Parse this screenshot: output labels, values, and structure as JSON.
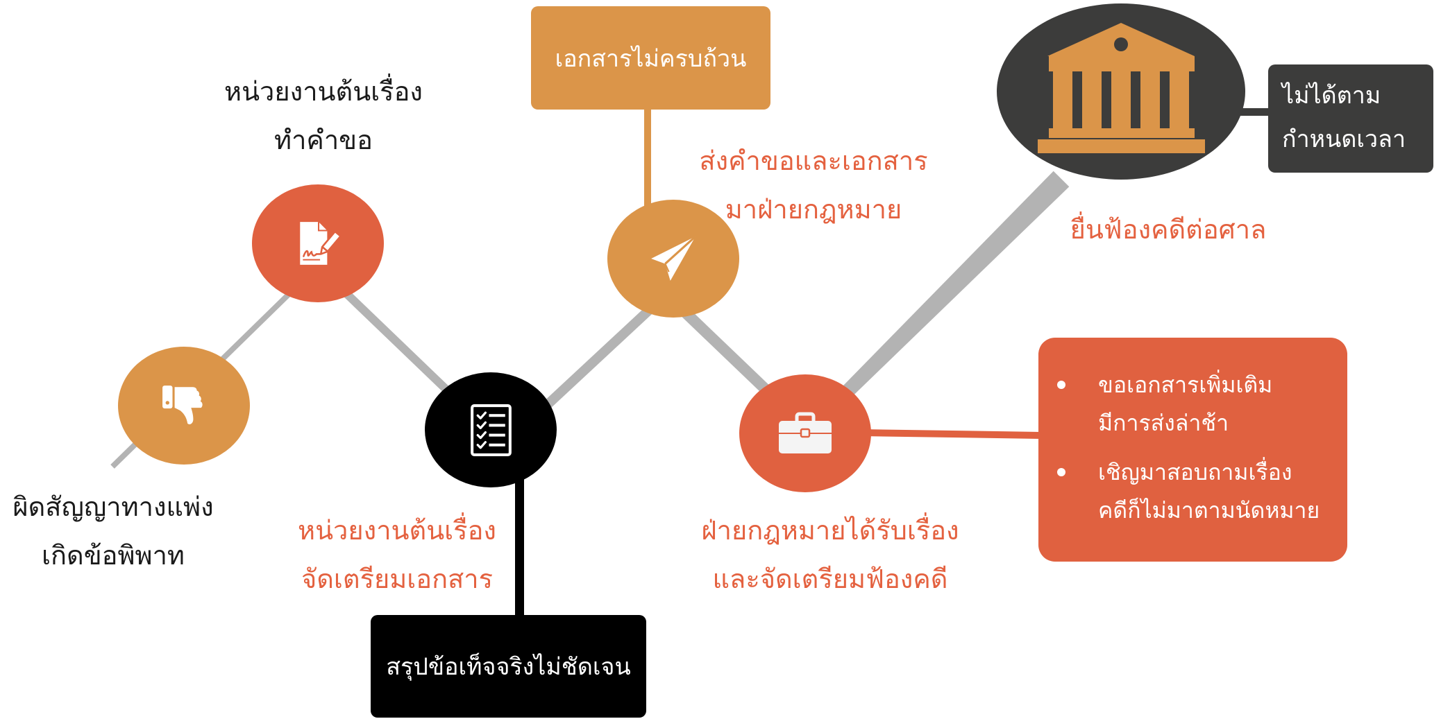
{
  "steps": [
    {
      "icon": "thumbs-down-icon",
      "color": "#DB9549",
      "label": [
        "ผิดสัญญาทางแพ่ง",
        "เกิดข้อพิพาท"
      ]
    },
    {
      "icon": "file-signature-icon",
      "color": "#E06140",
      "label": [
        "หน่วยงานต้นเรื่อง",
        "ทำคำขอ"
      ]
    },
    {
      "icon": "checklist-icon",
      "color": "#000000",
      "label": [
        "หน่วยงานต้นเรื่อง",
        "จัดเตรียมเอกสาร"
      ]
    },
    {
      "icon": "paper-plane-icon",
      "color": "#DB9549",
      "label": [
        "ส่งคำขอและเอกสาร",
        "มาฝ่ายกฎหมาย"
      ]
    },
    {
      "icon": "briefcase-icon",
      "color": "#E06140",
      "label": [
        "ฝ่ายกฎหมายได้รับเรื่อง",
        "และจัดเตรียมฟ้องคดี"
      ]
    },
    {
      "icon": "courthouse-icon",
      "color": "#3C3C3B",
      "label": [
        "ยื่นฟ้องคดีต่อศาล"
      ]
    }
  ],
  "issues": {
    "documents": {
      "color": "#DB9549",
      "text": "เอกสารไม่ครบถ้วน"
    },
    "facts": {
      "color": "#000000",
      "text": "สรุปข้อเท็จจริงไม่ชัดเจน"
    },
    "deadline": {
      "color": "#3C3C3B",
      "lines": [
        "ไม่ได้ตาม",
        "กำหนดเวลา"
      ]
    },
    "legal": {
      "color": "#E06140",
      "bullets": [
        [
          "ขอเอกสารเพิ่มเติม",
          "มีการส่งล่าช้า"
        ],
        [
          "เชิญมาสอบถามเรื่อง",
          "คดีก็ไม่มาตามนัดหมาย"
        ]
      ]
    }
  },
  "colors": {
    "connector": "#B3B3B3",
    "label_dark": "#1A1A1A",
    "label_accent": "#E4613F",
    "box_text": "#FFFFFF"
  }
}
